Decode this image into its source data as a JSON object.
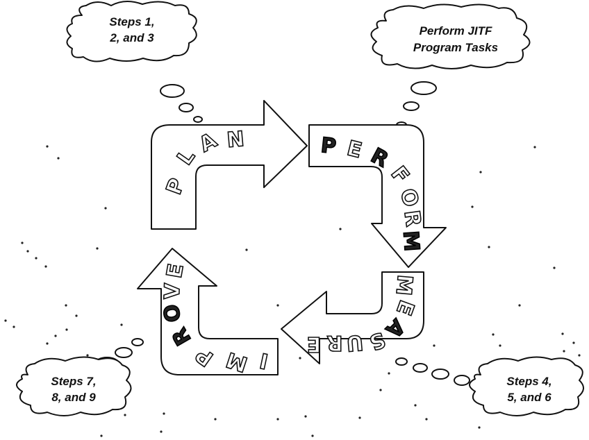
{
  "phases": {
    "plan": [
      "P",
      "L",
      "A",
      "N"
    ],
    "perform": [
      "P",
      "E",
      "R",
      "F",
      "O",
      "R",
      "M"
    ],
    "measure": [
      "M",
      "E",
      "A",
      "S",
      "U",
      "R",
      "E"
    ],
    "improve": [
      "I",
      "M",
      "P",
      "R",
      "O",
      "V",
      "E"
    ]
  },
  "clouds": {
    "top_left": [
      "Steps 1,",
      "2, and 3"
    ],
    "top_right": [
      "Perform JITF",
      "Program Tasks"
    ],
    "bottom_left": [
      "Steps 7,",
      "8, and 9"
    ],
    "bottom_right": [
      "Steps 4,",
      "5, and 6"
    ]
  }
}
